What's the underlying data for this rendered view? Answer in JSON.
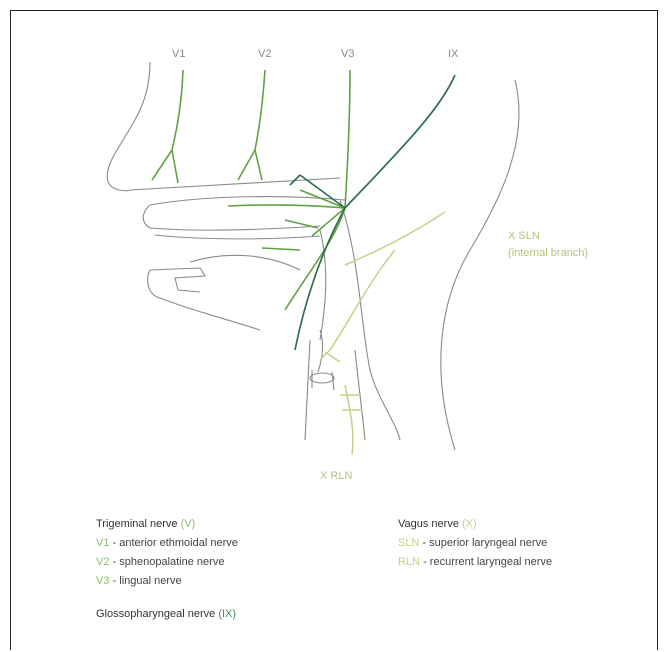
{
  "labels": {
    "v1": "V1",
    "v2": "V2",
    "v3": "V3",
    "ix": "IX",
    "x_sln": "X SLN",
    "x_sln_branch": "(internal branch)",
    "x_rln": "X RLN"
  },
  "legend": {
    "trigeminal": {
      "title": "Trigeminal nerve",
      "code": "(V)"
    },
    "v1": {
      "code": "V1",
      "text": " - anterior ethmoidal nerve"
    },
    "v2": {
      "code": "V2",
      "text": " - sphenopalatine nerve"
    },
    "v3": {
      "code": "V3",
      "text": " - lingual nerve"
    },
    "glosso": {
      "title": "Glossopharyngeal nerve",
      "code": "(IX)"
    },
    "vagus": {
      "title": "Vagus nerve",
      "code": "(X)"
    },
    "sln": {
      "code": "SLN",
      "text": " - superior laryngeal nerve"
    },
    "rln": {
      "code": "RLN",
      "text": " - recurrent laryngeal nerve"
    }
  },
  "colors": {
    "outline": "#7a7a7a",
    "v_branch": "#5fa244",
    "ix_nerve": "#2f6f4d",
    "vagus": "#c8cf86"
  }
}
